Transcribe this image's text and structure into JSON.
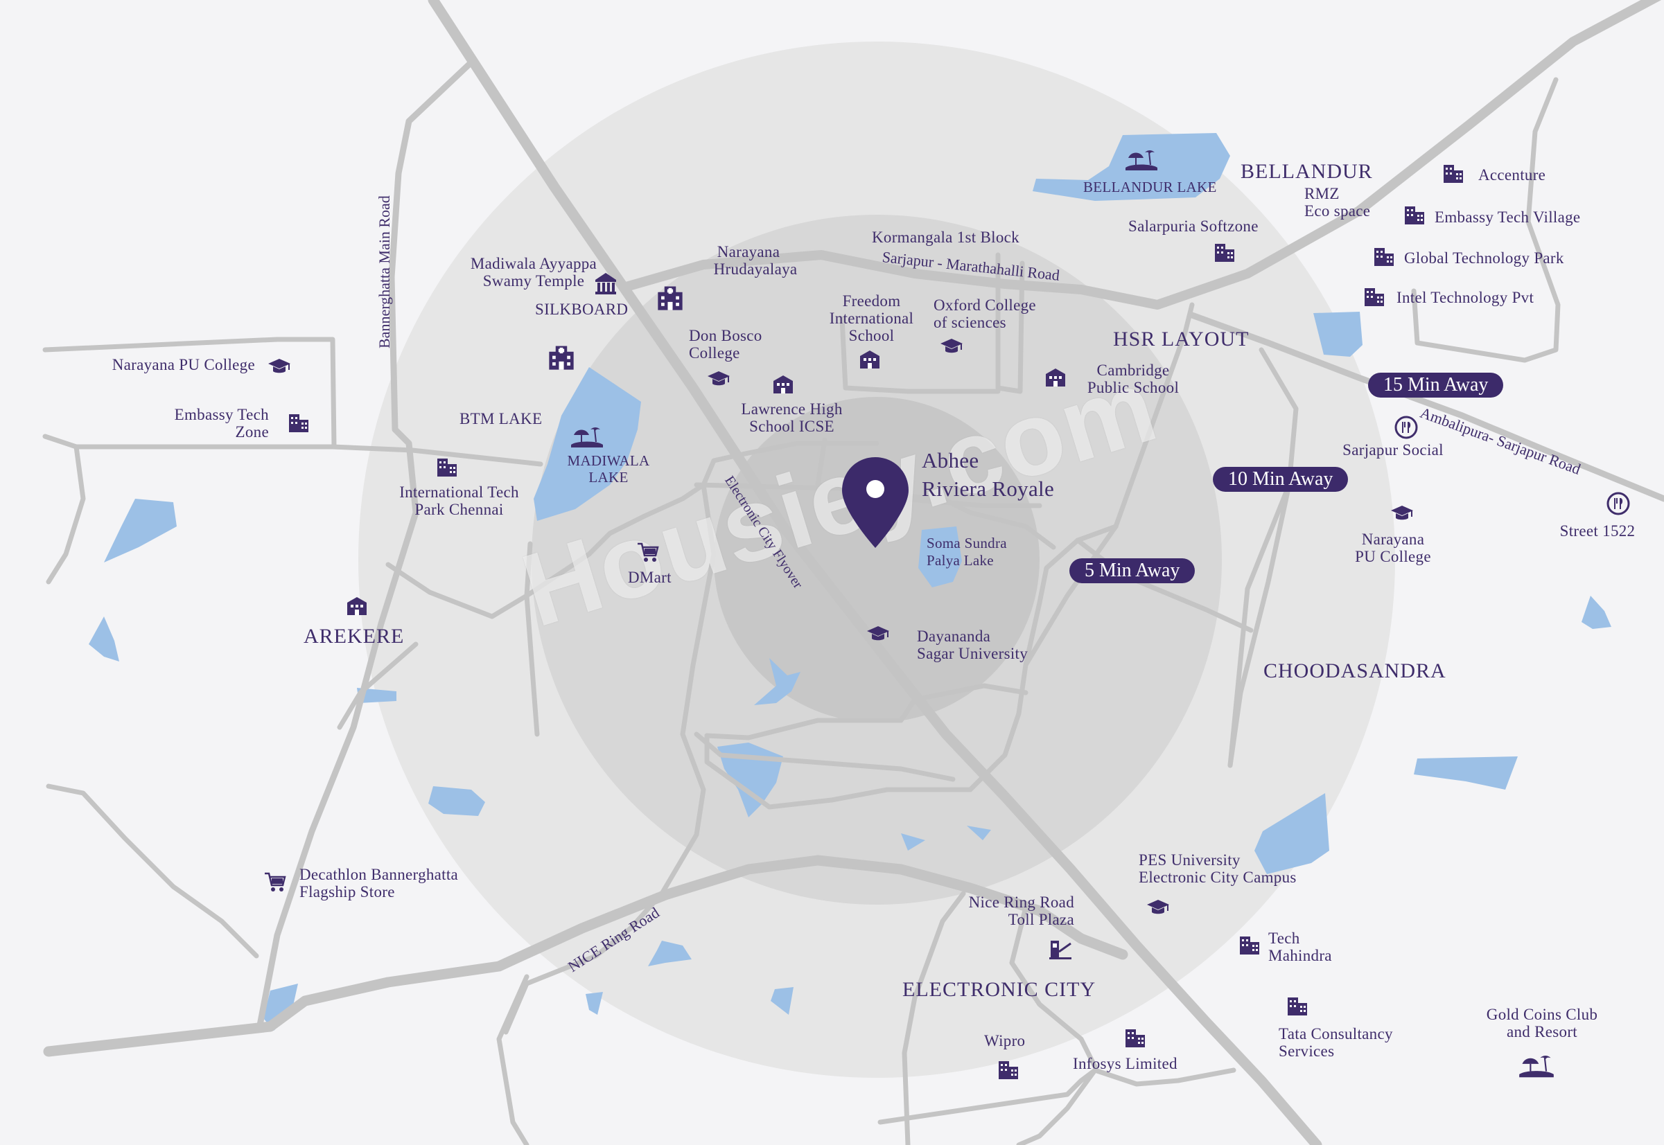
{
  "project": {
    "name_line1": "Abhee",
    "name_line2": "Riviera Royale",
    "pin_color": "#3c2a6a"
  },
  "watermark": "Housiey.com",
  "radius_badges": {
    "r15": "15 Min Away",
    "r10": "10 Min Away",
    "r5": "5 Min Away"
  },
  "colors": {
    "background": "#f4f4f6",
    "road": "#c4c4c4",
    "lake": "#9cc0e6",
    "ring_outer": "#e6e6e6",
    "ring_mid": "#d6d6d6",
    "ring_inner": "#c6c6c6",
    "accent": "#3c2a6a"
  },
  "areas": {
    "bellandur": "BELLANDUR",
    "hsr": "HSR LAYOUT",
    "arekere": "AREKERE",
    "choodasandra": "CHOODASANDRA",
    "electronic_city": "ELECTRONIC CITY",
    "silkboard": "SILKBOARD",
    "btm": "BTM LAKE"
  },
  "lakes": {
    "bellandur": "BELLANDUR LAKE",
    "madiwala_1": "MADIWALA",
    "madiwala_2": "LAKE",
    "soma_1": "Soma Sundra",
    "soma_2": "Palya Lake"
  },
  "roads": {
    "bannerghatta": "Bannerghatta Main Road",
    "kormangala_1": "Kormangala 1st Block",
    "kormangala_2": "Sarjapur - Marathahalli Road",
    "flyover": "Electronic City Flyover",
    "ambalipura": "Ambalipura- Sarjapur Road",
    "nice": "NICE Ring Road"
  },
  "places": {
    "narayana_pu_l": "Narayana PU College",
    "embassy_tz_1": "Embassy Tech",
    "embassy_tz_2": "Zone",
    "madiwala_temple_1": "Madiwala Ayyappa",
    "madiwala_temple_2": "Swamy Temple",
    "narayana_hr_1": "Narayana",
    "narayana_hr_2": "Hrudayalaya",
    "don_bosco_1": "Don Bosco",
    "don_bosco_2": "College",
    "freedom_1": "Freedom",
    "freedom_2": "International",
    "freedom_3": "School",
    "oxford_1": "Oxford College",
    "oxford_2": "of sciences",
    "cambridge_1": "Cambridge",
    "cambridge_2": "Public School",
    "lawrence_1": "Lawrence High",
    "lawrence_2": "School ICSE",
    "itp_chennai_1": "International Tech",
    "itp_chennai_2": "Park Chennai",
    "dmart": "DMart",
    "dsu_1": "Dayananda",
    "dsu_2": "Sagar University",
    "salarpuria": "Salarpuria Softzone",
    "rmz_1": "RMZ",
    "rmz_2": "Eco space",
    "accenture": "Accenture",
    "embassy_tv": "Embassy Tech Village",
    "gtp": "Global Technology Park",
    "intel": "Intel Technology Pvt",
    "sarjapur_social": "Sarjapur Social",
    "narayana_pu_r_1": "Narayana",
    "narayana_pu_r_2": "PU College",
    "street1522": "Street 1522",
    "decathlon_1": "Decathlon Bannerghatta",
    "decathlon_2": "Flagship Store",
    "pes_1": "PES University",
    "pes_2": "Electronic City Campus",
    "toll_1": "Nice Ring Road",
    "toll_2": "Toll Plaza",
    "tech_mahindra_1": "Tech",
    "tech_mahindra_2": "Mahindra",
    "tcs_1": "Tata Consultancy",
    "tcs_2": "Services",
    "gold_coins_1": "Gold Coins Club",
    "gold_coins_2": "and Resort",
    "wipro": "Wipro",
    "infosys": "Infosys Limited"
  }
}
